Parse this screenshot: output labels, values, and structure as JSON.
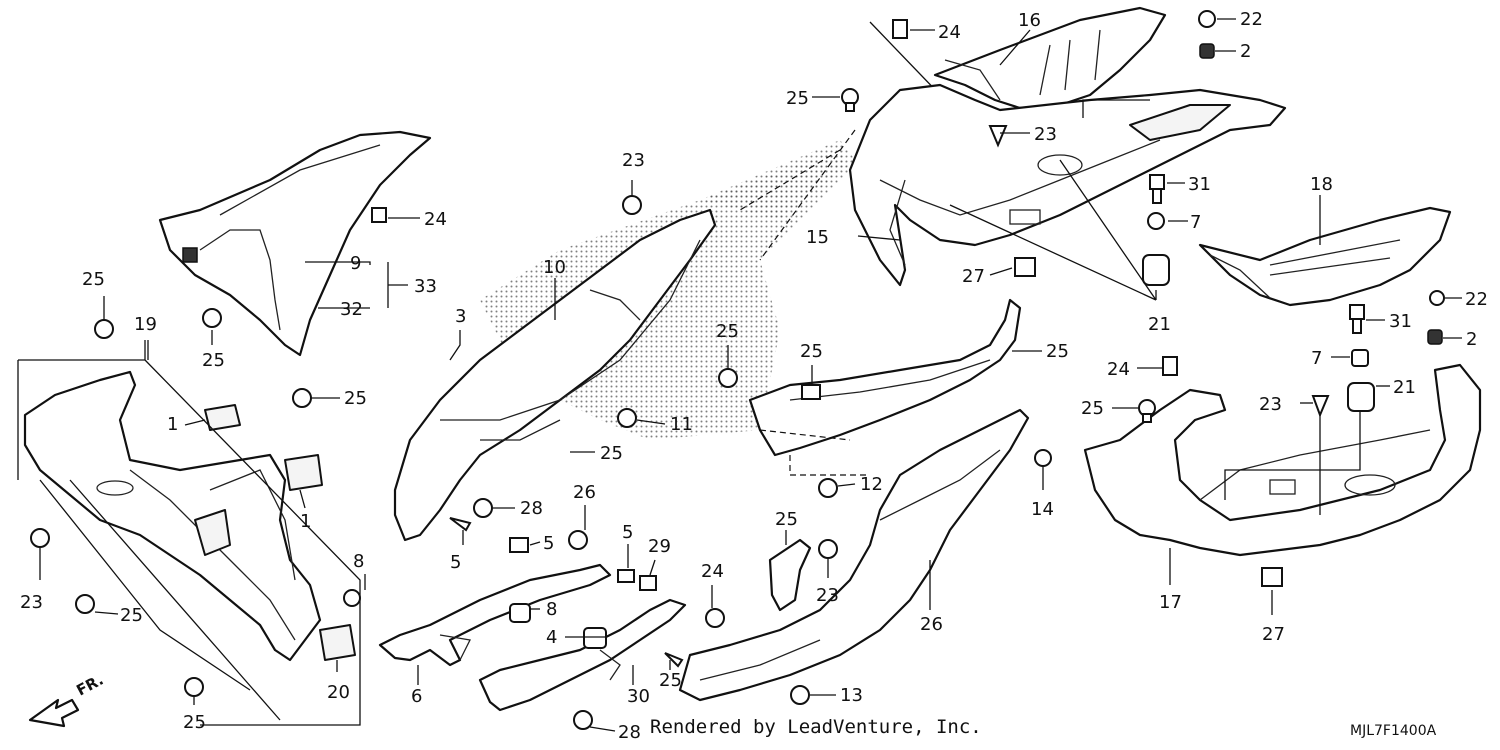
{
  "diagram": {
    "credit": "Rendered by LeadVenture, Inc.",
    "code": "MJL7F1400A",
    "front_arrow_label": "FR."
  },
  "callouts": [
    {
      "id": "c24a",
      "label": "24"
    },
    {
      "id": "c16",
      "label": "16"
    },
    {
      "id": "c22a",
      "label": "22"
    },
    {
      "id": "c2a",
      "label": "2"
    },
    {
      "id": "c25a",
      "label": "25"
    },
    {
      "id": "c23a",
      "label": "23"
    },
    {
      "id": "c31a",
      "label": "31"
    },
    {
      "id": "c18",
      "label": "18"
    },
    {
      "id": "c7a",
      "label": "7"
    },
    {
      "id": "c15",
      "label": "15"
    },
    {
      "id": "c27a",
      "label": "27"
    },
    {
      "id": "c21a",
      "label": "21"
    },
    {
      "id": "c22b",
      "label": "22"
    },
    {
      "id": "c31b",
      "label": "31"
    },
    {
      "id": "c2b",
      "label": "2"
    },
    {
      "id": "c7b",
      "label": "7"
    },
    {
      "id": "c21b",
      "label": "21"
    },
    {
      "id": "c24b",
      "label": "24"
    },
    {
      "id": "c25b",
      "label": "25"
    },
    {
      "id": "c23b",
      "label": "23"
    },
    {
      "id": "c17",
      "label": "17"
    },
    {
      "id": "c27b",
      "label": "27"
    },
    {
      "id": "c23c",
      "label": "23"
    },
    {
      "id": "c24c",
      "label": "24"
    },
    {
      "id": "c9",
      "label": "9"
    },
    {
      "id": "c33",
      "label": "33"
    },
    {
      "id": "c32",
      "label": "32"
    },
    {
      "id": "c25c",
      "label": "25"
    },
    {
      "id": "c25d",
      "label": "25"
    },
    {
      "id": "c25e",
      "label": "25"
    },
    {
      "id": "c19",
      "label": "19"
    },
    {
      "id": "c1a",
      "label": "1"
    },
    {
      "id": "c1b",
      "label": "1"
    },
    {
      "id": "c23d",
      "label": "23"
    },
    {
      "id": "c25f",
      "label": "25"
    },
    {
      "id": "c20",
      "label": "20"
    },
    {
      "id": "c25g",
      "label": "25"
    },
    {
      "id": "c10",
      "label": "10"
    },
    {
      "id": "c3",
      "label": "3"
    },
    {
      "id": "c25h",
      "label": "25"
    },
    {
      "id": "c11",
      "label": "11"
    },
    {
      "id": "c25i",
      "label": "25"
    },
    {
      "id": "c28a",
      "label": "28"
    },
    {
      "id": "c26a",
      "label": "26"
    },
    {
      "id": "c5a",
      "label": "5"
    },
    {
      "id": "c5b",
      "label": "5"
    },
    {
      "id": "c5c",
      "label": "5"
    },
    {
      "id": "c29",
      "label": "29"
    },
    {
      "id": "c8a",
      "label": "8"
    },
    {
      "id": "c8b",
      "label": "8"
    },
    {
      "id": "c4",
      "label": "4"
    },
    {
      "id": "c6",
      "label": "6"
    },
    {
      "id": "c30",
      "label": "30"
    },
    {
      "id": "c28b",
      "label": "28"
    },
    {
      "id": "c24d",
      "label": "24"
    },
    {
      "id": "c25j",
      "label": "25"
    },
    {
      "id": "c12",
      "label": "12"
    },
    {
      "id": "c25k",
      "label": "25"
    },
    {
      "id": "c23e",
      "label": "23"
    },
    {
      "id": "c14",
      "label": "14"
    },
    {
      "id": "c25l",
      "label": "25"
    },
    {
      "id": "c13",
      "label": "13"
    },
    {
      "id": "c26b",
      "label": "26"
    },
    {
      "id": "c25m",
      "label": "25"
    }
  ]
}
